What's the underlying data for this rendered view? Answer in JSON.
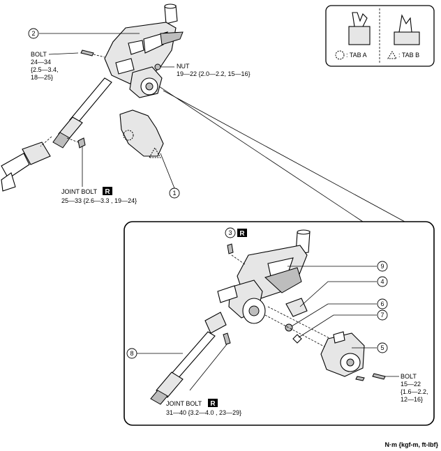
{
  "callouts": [
    "1",
    "2",
    "3",
    "4",
    "5",
    "6",
    "7",
    "8",
    "9"
  ],
  "bolt_top": {
    "name": "BOLT",
    "torque": [
      "24—34",
      "{2.5—3.4,",
      "18—25}"
    ]
  },
  "nut": {
    "name": "NUT",
    "torque": "19—22 {2.0—2.2, 15—16}"
  },
  "joint_bolt_top": {
    "name": "JOINT BOLT",
    "badge": "R",
    "torque": "25—33 {2.6—3.3 , 19—24}"
  },
  "joint_bolt_bottom": {
    "name": "JOINT BOLT",
    "badge": "R",
    "torque": "31—40 {3.2—4.0 , 23—29}"
  },
  "bolt_right": {
    "name": "BOLT",
    "torque": [
      "15—22",
      "{1.6—2.2,",
      "12—16}"
    ]
  },
  "badge_3": "R",
  "legend": {
    "tab_a": ": TAB A",
    "tab_b": ": TAB B"
  },
  "units": "N·m {kgf-m, ft-lbf}"
}
